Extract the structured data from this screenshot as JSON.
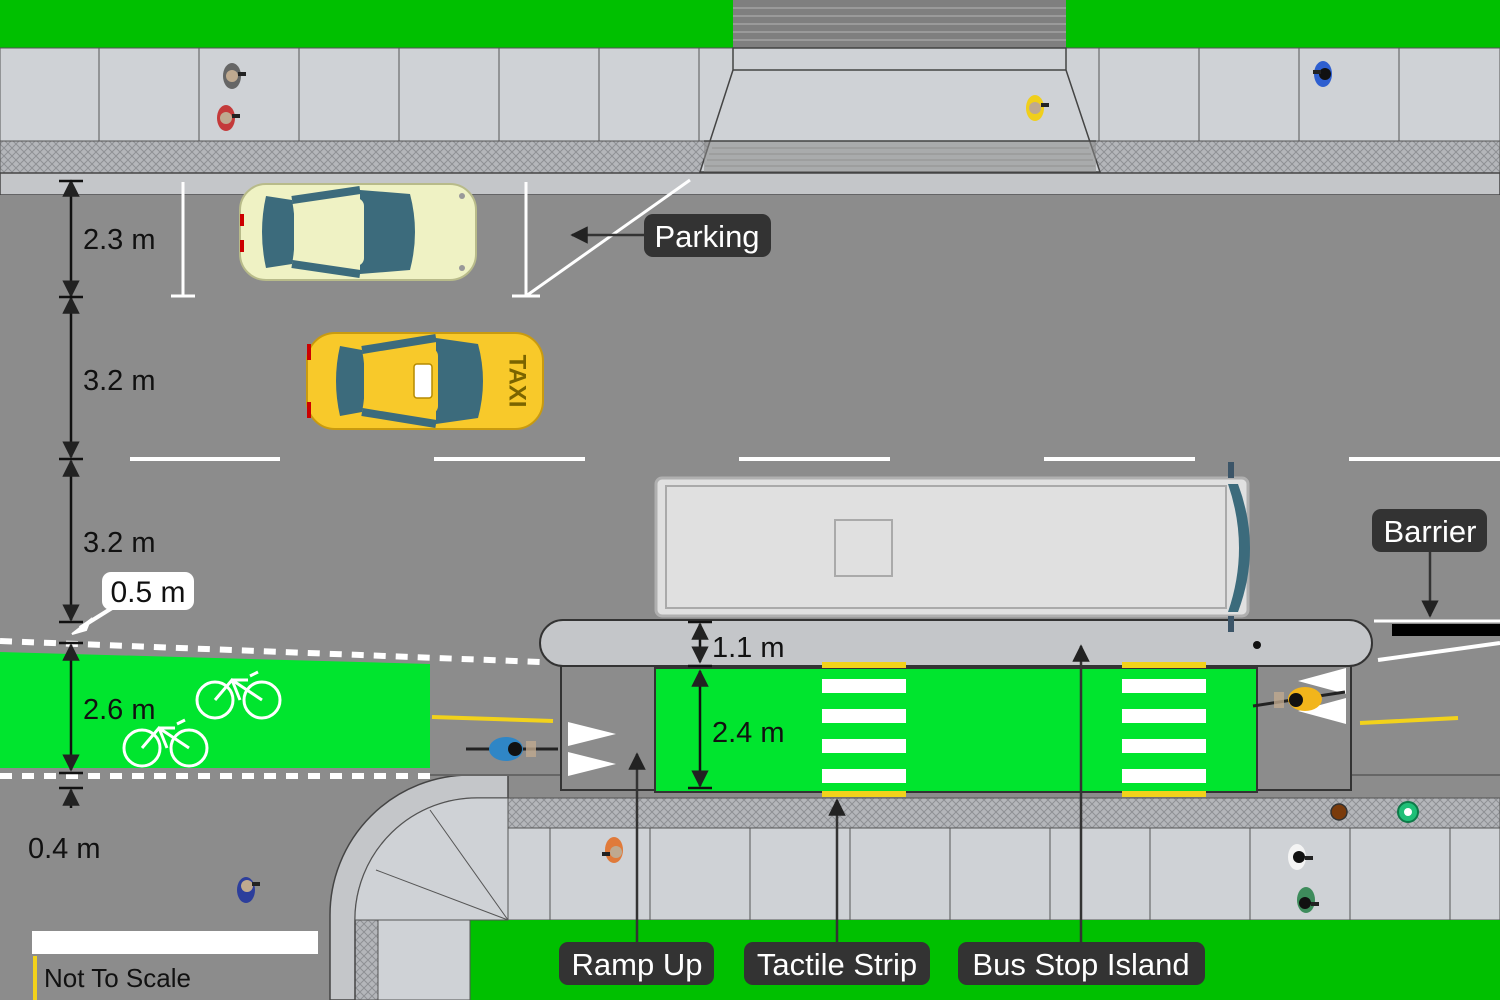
{
  "dimensions": {
    "parking_width": "2.3 m",
    "lane1_width": "3.2 m",
    "lane2_width": "3.2 m",
    "buffer_width": "0.5 m",
    "bike_lane_width": "2.6 m",
    "kerb_gap": "0.4 m",
    "island_buffer": "1.1 m",
    "island_bike_width": "2.4 m"
  },
  "labels": {
    "parking": "Parking",
    "barrier": "Barrier",
    "ramp_up": "Ramp Up",
    "tactile_strip": "Tactile Strip",
    "bus_stop_island": "Bus Stop Island",
    "not_to_scale": "Not To Scale"
  },
  "vehicle_text": {
    "taxi": "TAXI"
  },
  "colors": {
    "grass": "#00c000",
    "road": "#8c8c8c",
    "sidewalk": "#cfd2d6",
    "bike_lane": "#00e52e",
    "tactile": "#f2d21b",
    "label_bg": "#333333",
    "taxi": "#f8c92a",
    "parked_car": "#eff2c4",
    "bus": "#e0e0e0"
  }
}
